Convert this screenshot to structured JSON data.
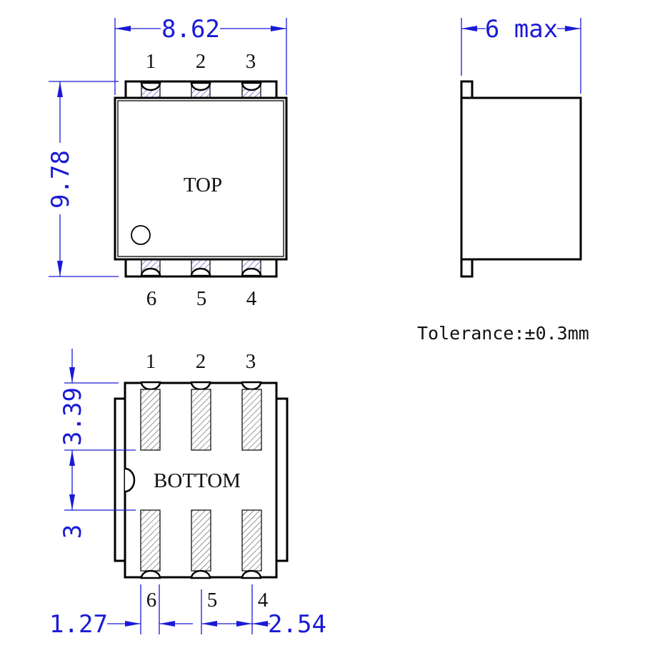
{
  "top_view": {
    "label": "TOP",
    "width_dim": "8.62",
    "height_dim": "9.78",
    "pins_top": [
      "1",
      "2",
      "3"
    ],
    "pins_bottom": [
      "6",
      "5",
      "4"
    ]
  },
  "side_view": {
    "height_dim": "6 max"
  },
  "tolerance": "Tolerance:±0.3mm",
  "bottom_view": {
    "label": "BOTTOM",
    "pins_top": [
      "1",
      "2",
      "3"
    ],
    "pins_bottom": [
      "6",
      "5",
      "4"
    ],
    "dim_pad_length": "3.39",
    "dim_pad_gap": "3",
    "dim_pin_offset": "1.27",
    "dim_pitch": "2.54"
  },
  "colors": {
    "dimension": "#1a1ad6",
    "outline": "#000000"
  }
}
